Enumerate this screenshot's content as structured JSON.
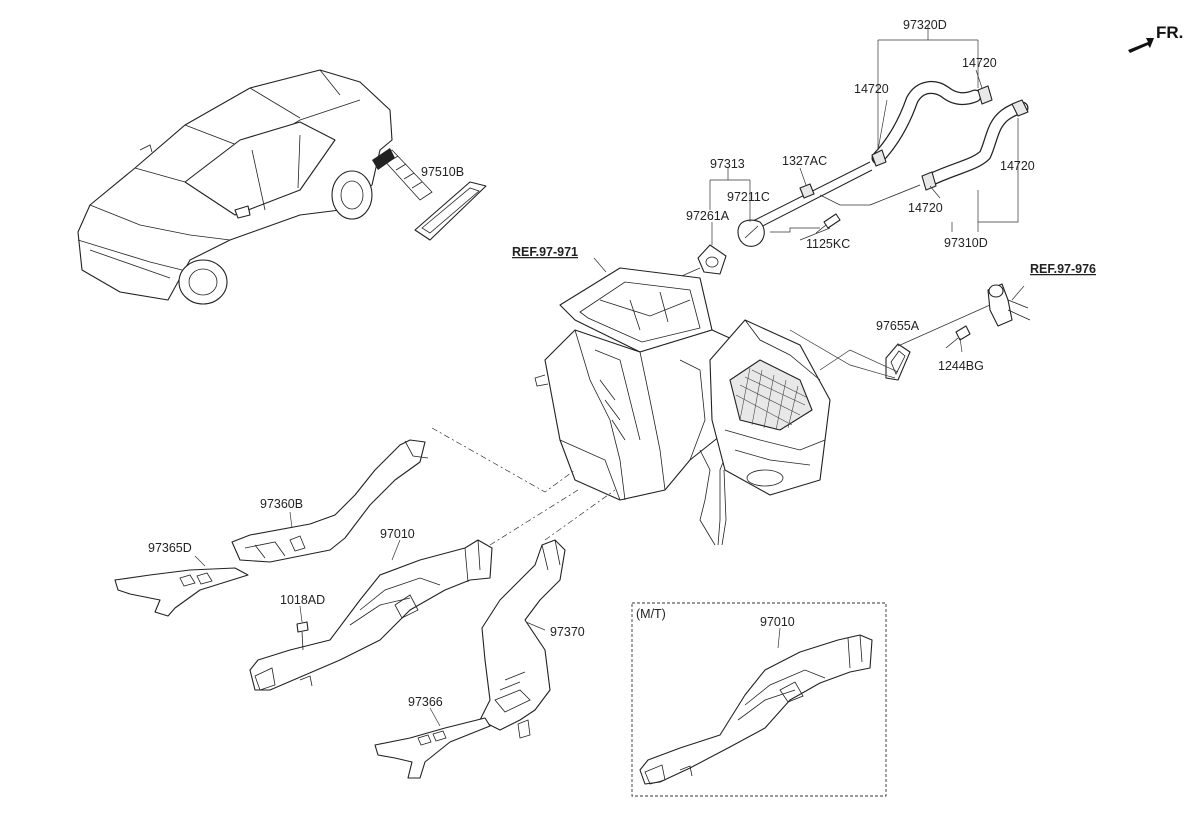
{
  "header": {
    "direction_label": "FR."
  },
  "references": {
    "ref_hvac": "REF.97-971",
    "ref_pipe": "REF.97-976"
  },
  "parts": {
    "p97320D": "97320D",
    "p14720_a": "14720",
    "p14720_b": "14720",
    "p14720_c": "14720",
    "p14720_d": "14720",
    "p97313": "97313",
    "p1327AC": "1327AC",
    "p97211C": "97211C",
    "p97261A": "97261A",
    "p1125KC": "1125KC",
    "p97310D": "97310D",
    "p97510B": "97510B",
    "p97655A": "97655A",
    "p1244BG": "1244BG",
    "p97360B": "97360B",
    "p97365D": "97365D",
    "p97010": "97010",
    "p1018AD": "1018AD",
    "p97370": "97370",
    "p97366": "97366",
    "p97010_mt": "97010"
  },
  "inset": {
    "label": "(M/T)"
  }
}
